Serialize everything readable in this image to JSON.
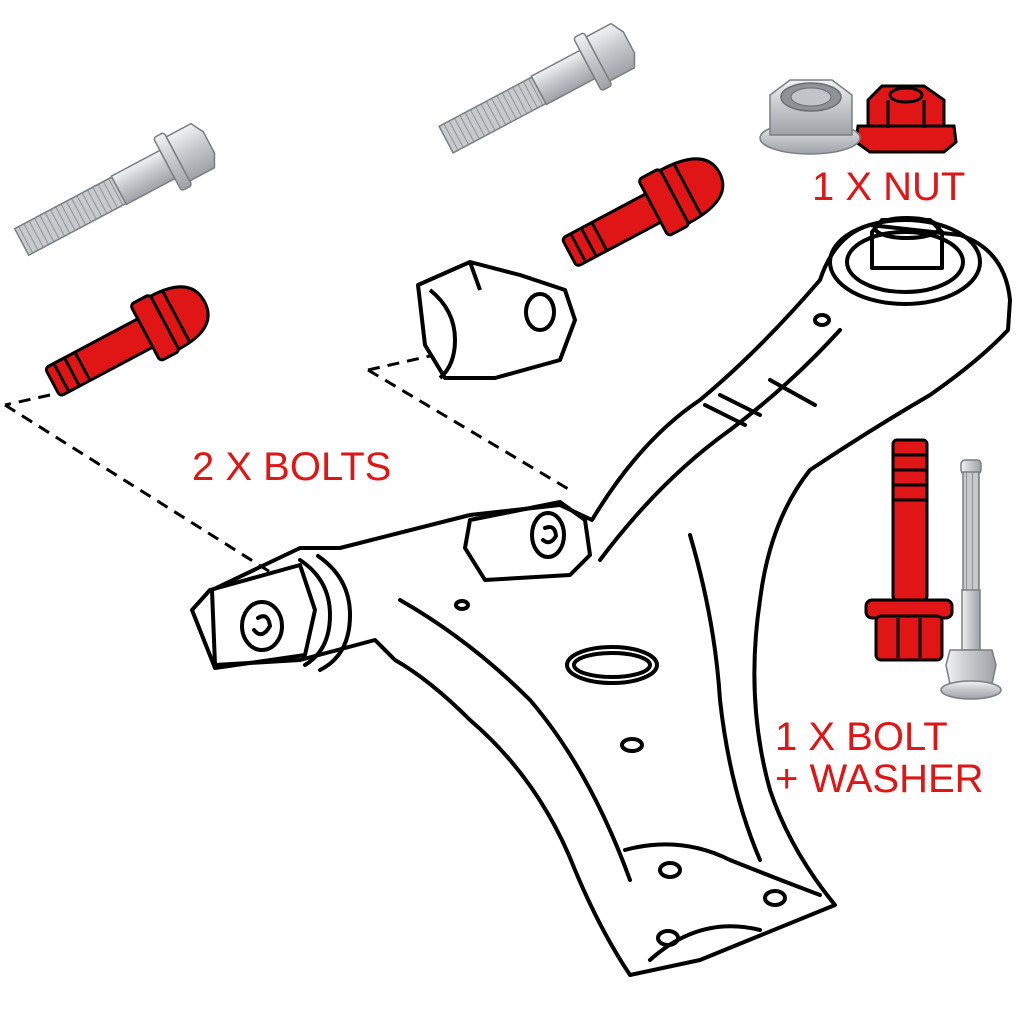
{
  "labels": {
    "nut": "1 X NUT",
    "bolts": "2 X BOLTS",
    "bolt_line1": "1 X BOLT",
    "bolt_line2": "+ WASHER"
  },
  "colors": {
    "highlight": "#e01515",
    "line_art": "#000000",
    "metal": "#c9ccd0"
  },
  "icons": [
    "lower-control-arm-diagram",
    "bolt-icon",
    "nut-icon",
    "washer-icon"
  ]
}
